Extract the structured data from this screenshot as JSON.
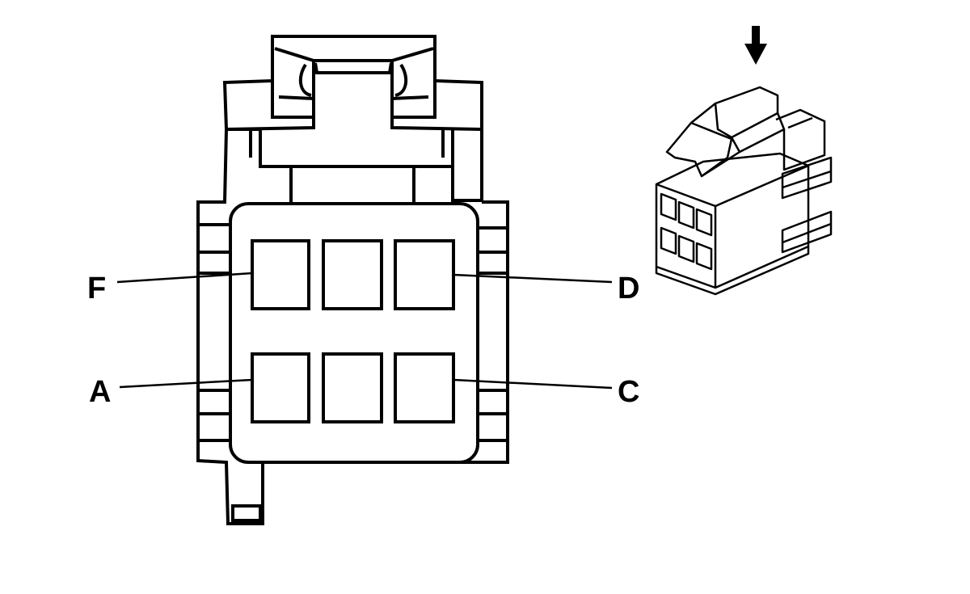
{
  "diagram": {
    "pins": {
      "top_left": "F",
      "top_right": "D",
      "bottom_left": "A",
      "bottom_right": "C"
    },
    "colors": {
      "line": "#000000",
      "background": "#ffffff"
    },
    "icons": {
      "view_direction": "arrow-down-icon"
    }
  }
}
